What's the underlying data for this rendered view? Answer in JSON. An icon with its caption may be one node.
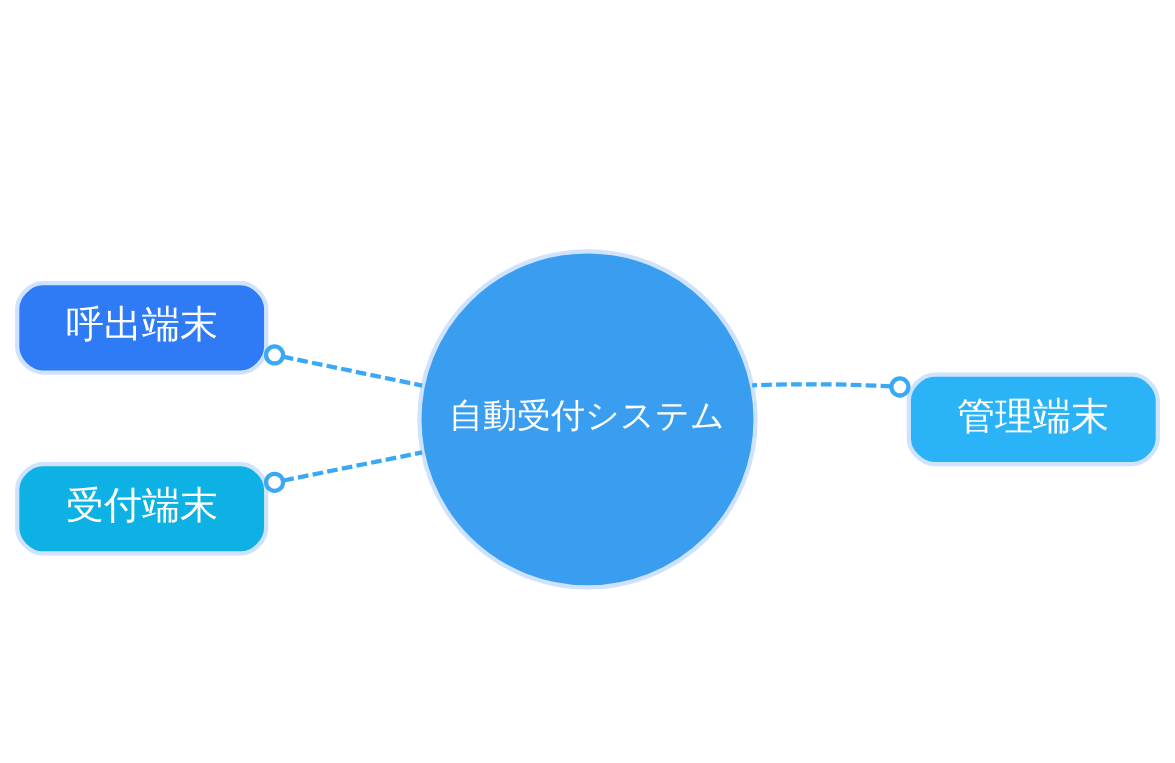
{
  "diagram": {
    "nodes": [
      {
        "text": [
          "呼出端末"
        ]
      },
      {
        "text": [
          "自動受付システム"
        ]
      },
      {
        "text": [
          "受付端末"
        ]
      },
      {
        "text": [
          "管理端末"
        ]
      }
    ],
    "edges": [
      {
        "from": 0,
        "to": 1,
        "arrow": "other",
        "style": "dashed"
      },
      {
        "from": 2,
        "to": 1,
        "arrow": "other",
        "style": "dashed"
      },
      {
        "from": 3,
        "to": 1,
        "arrow": "other",
        "style": "dashed"
      }
    ]
  }
}
